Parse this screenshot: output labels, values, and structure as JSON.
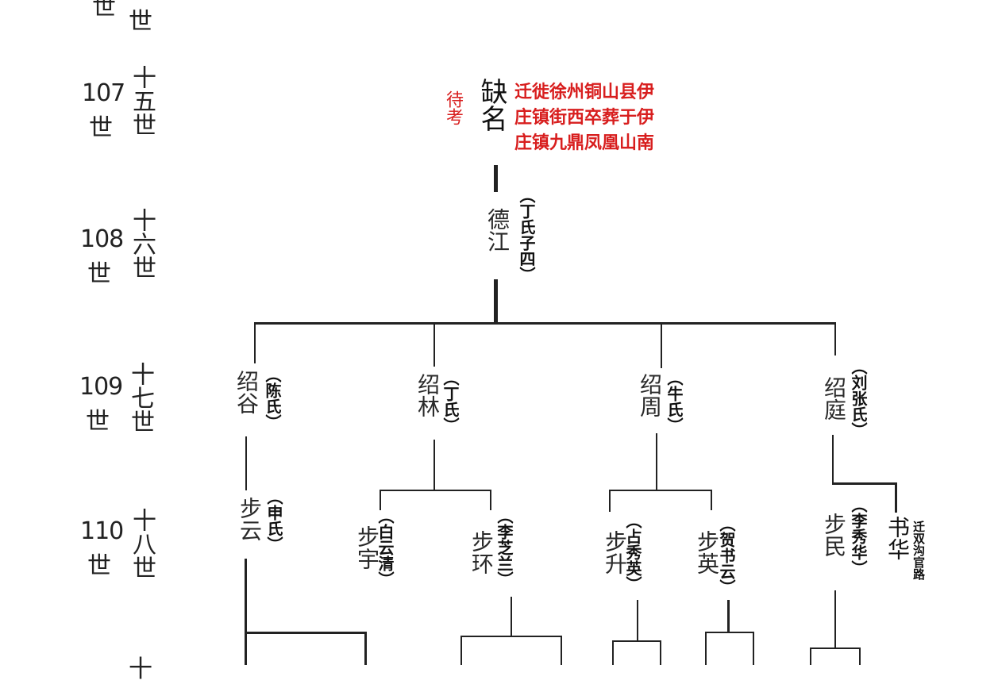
{
  "generations": [
    {
      "num": "107",
      "shi": "世",
      "cn": "十五世"
    },
    {
      "num": "108",
      "shi": "世",
      "cn": "十六世"
    },
    {
      "num": "109",
      "shi": "世",
      "cn": "十七世"
    },
    {
      "num": "110",
      "shi": "世",
      "cn": "十八世"
    }
  ],
  "top_fragment": {
    "left": "世",
    "right": "世"
  },
  "bottom_fragment": {
    "right": "十"
  },
  "gen15": {
    "pending": "待考",
    "name": "缺名",
    "note_lines": [
      "迁徙徐州铜山县伊",
      "庄镇街西卒葬于伊",
      "庄镇九鼎凤凰山南"
    ]
  },
  "gen16": {
    "name": "德江",
    "spouse": "（丁氏子四）"
  },
  "gen17": [
    {
      "name": "绍谷",
      "spouse": "（陈氏）"
    },
    {
      "name": "绍林",
      "spouse": "（丁氏）"
    },
    {
      "name": "绍周",
      "spouse": "（牛氏）"
    },
    {
      "name": "绍庭",
      "spouse": "（刘张氏）"
    }
  ],
  "gen18": [
    {
      "name": "步云",
      "spouse": "（申氏）"
    },
    {
      "name": "步宇",
      "spouse": "（白云清）"
    },
    {
      "name": "步环",
      "spouse": "（李芝兰）"
    },
    {
      "name": "步升",
      "spouse": "（占秀英）"
    },
    {
      "name": "步英",
      "spouse": "（贺书云）"
    },
    {
      "name": "步民",
      "spouse": "（李秀华）"
    },
    {
      "name": "书华",
      "note": "迁双沟官路"
    }
  ],
  "colors": {
    "line": "#222222",
    "note": "#d81e1e",
    "text": "#1a1a1a"
  }
}
